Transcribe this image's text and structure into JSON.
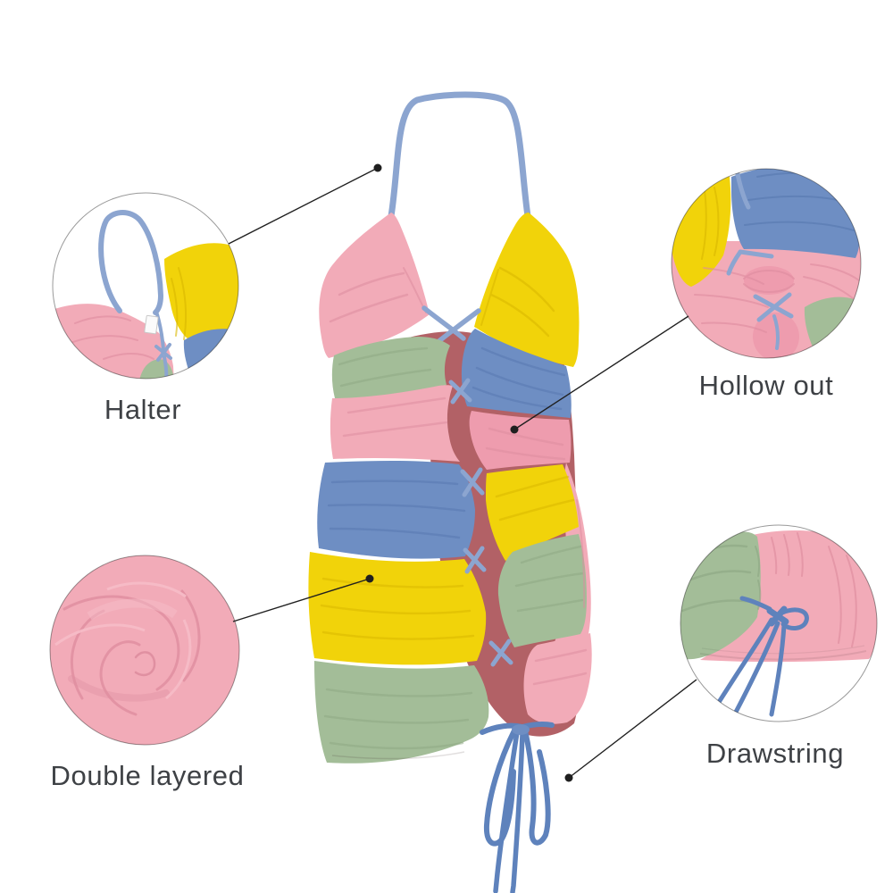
{
  "product": {
    "description": "Color-block halter mini dress with lace-up hollow-out front, double layered fabric and side drawstring"
  },
  "callouts": [
    {
      "id": "halter",
      "label": "Halter",
      "position": "top-left",
      "detail_icon": "halter-strap-detail-photo"
    },
    {
      "id": "hollow_out",
      "label": "Hollow out",
      "position": "top-right",
      "detail_icon": "hollow-out-detail-photo"
    },
    {
      "id": "double_layered",
      "label": "Double layered",
      "position": "bottom-left",
      "detail_icon": "fabric-swirl-detail-photo"
    },
    {
      "id": "drawstring",
      "label": "Drawstring",
      "position": "bottom-right",
      "detail_icon": "drawstring-detail-photo"
    }
  ],
  "colors": {
    "background": "#FFFFFF",
    "pink": "#F2ABB8",
    "pink_deep": "#EE9CAE",
    "pink_light": "#F6BDC8",
    "pink_shadow": "#DE8D9F",
    "yellow": "#F1D30A",
    "yellow_deep": "#D9B700",
    "blue": "#6E8EC3",
    "blue_deep": "#5878B0",
    "strap_blue": "#8CA5D0",
    "tie_blue": "#5E82BC",
    "green": "#A3BD98",
    "green_deep": "#8EA884",
    "maroon": "#B26166",
    "label_text": "#3E4145",
    "line": "#1F1F1F"
  }
}
